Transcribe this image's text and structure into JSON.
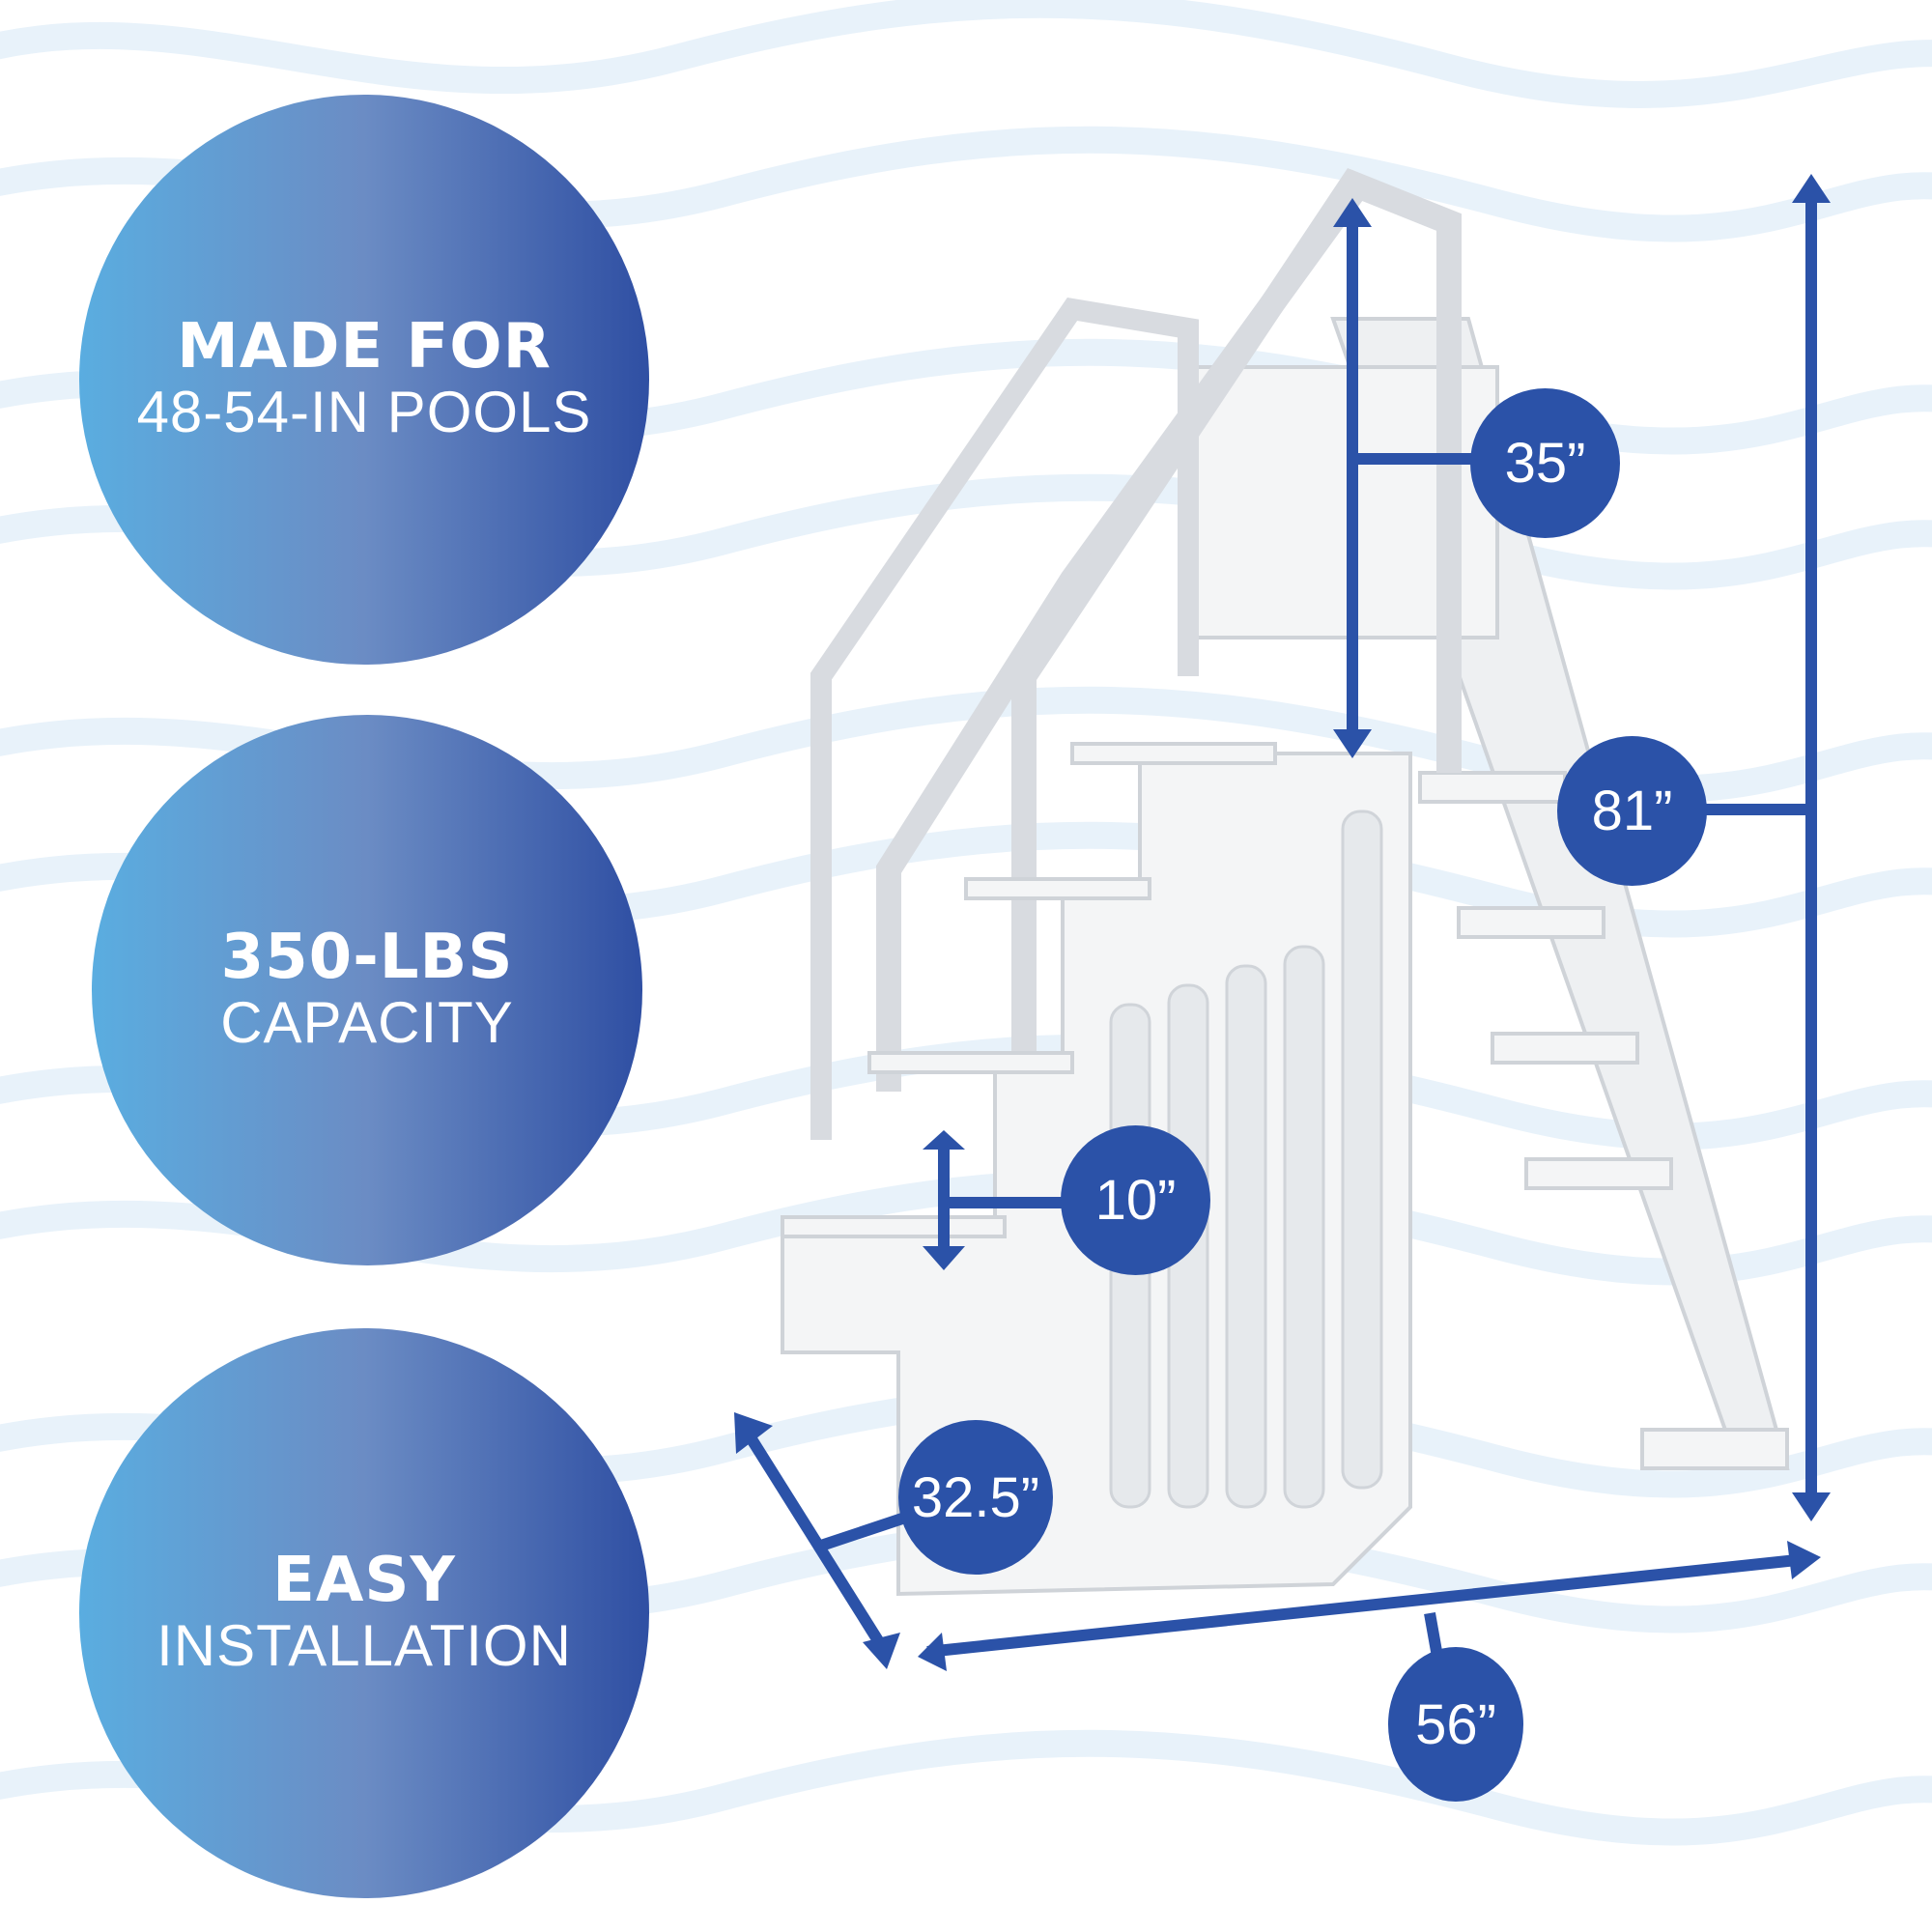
{
  "features": [
    {
      "bold": "MADE FOR",
      "light": "48-54-IN POOLS"
    },
    {
      "bold": "350-LBS",
      "light": "CAPACITY"
    },
    {
      "bold": "EASY",
      "light": "INSTALLATION"
    }
  ],
  "dimensions": {
    "top_height": "35”",
    "total_height": "81”",
    "step_rise": "10”",
    "depth": "32.5”",
    "width": "56”"
  },
  "colors": {
    "accent": "#2b52a8",
    "gradient_start": "#5aade0",
    "gradient_end": "#2f4fa3",
    "wave": "#e6f1fa"
  }
}
